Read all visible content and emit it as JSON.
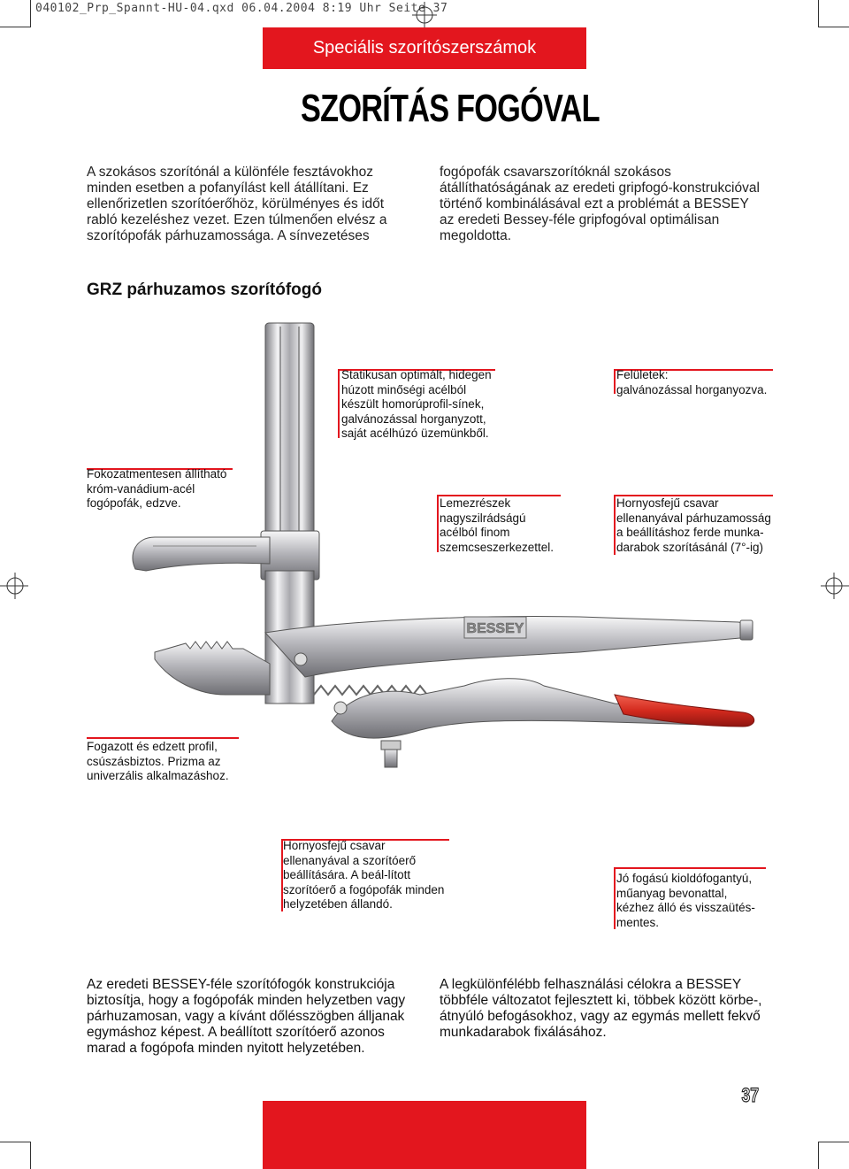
{
  "slug": "040102_Prp_Spannt-HU-04.qxd   06.04.2004   8:19 Uhr   Seite 37",
  "header": {
    "subtitle": "Speciális szorítószerszámok",
    "title": "SZORÍTÁS FOGÓVAL"
  },
  "intro": {
    "left": [
      "A szokásos szorítónál a különféle fesztávokhoz",
      "minden esetben a pofanyílást kell átállítani. Ez",
      "ellenőrizetlen szorítóerőhöz, körülményes és időt",
      "rabló kezeléshez vezet. Ezen túlmenően elvész a",
      "szorítópofák párhuzamossága. A sínvezetéses"
    ],
    "right": [
      "fogópofák csavarszorítóknál szokásos",
      "átállíthatóságának az eredeti gripfogó-konstrukcióval",
      "történő kombinálásával ezt a problémát a BESSEY",
      "az eredeti Bessey-féle gripfogóval optimálisan",
      "megoldotta."
    ]
  },
  "section_title": "GRZ párhuzamos szorítófogó",
  "callouts": {
    "rails": [
      "Statikusan optimált, hidegen",
      "húzott minőségi acélból",
      "készült homorúprofil-sínek,",
      "galvánozással horganyzott,",
      "saját acélhúzó üzemünkből."
    ],
    "surfaces": [
      "Felületek:",
      "galvánozással horganyozva."
    ],
    "jaws": [
      "Fokozatmentesen állítható",
      "króm-vanádium-acél",
      "fogópofák, edzve."
    ],
    "sheet": [
      "Lemezrészek",
      "nagyszilrádságú",
      "acélból finom",
      "szemcseszerkezettel."
    ],
    "hex_screw_parallel": [
      "Hornyosfejű csavar",
      "ellenanyával párhuzamosság",
      "a beállításhoz ferde munka-",
      "darabok szorításánál (7°-ig)"
    ],
    "profile": [
      "Fogazott és edzett profil,",
      "csúszásbiztos. Prizma az",
      "univerzális alkalmazáshoz."
    ],
    "hex_screw_force": [
      "Hornyosfejű csavar",
      "ellenanyával a szorítóerő",
      "beállítására. A beál-lított",
      "szorítóerő a fogópofák minden",
      "helyzetében állandó."
    ],
    "handle": [
      "Jó fogású kioldófogantyú,",
      "műanyag bevonattal,",
      "kézhez álló és visszaütés-",
      "mentes."
    ]
  },
  "tool_label": "BESSEY",
  "bottom": {
    "left": [
      "Az eredeti BESSEY-féle szorítófogók konstrukciója",
      "biztosítja, hogy a fogópofák minden helyzetben vagy",
      "párhuzamosan, vagy a kívánt dőlésszögben álljanak",
      "egymáshoz képest. A beállított szorítóerő azonos",
      "marad a fogópofa minden nyitott helyzetében."
    ],
    "right": [
      "A legkülönfélébb felhasználási célokra a BESSEY",
      "többféle változatot fejlesztett ki, többek között körbe-,",
      "átnyúló befogásokhoz, vagy az egymás mellett fekvő",
      "munkadarabok fixálásához."
    ]
  },
  "page_number": "37",
  "colors": {
    "accent_red": "#e3161e",
    "handle_red": "#d42a1e",
    "steel": "#b8b8bc"
  }
}
